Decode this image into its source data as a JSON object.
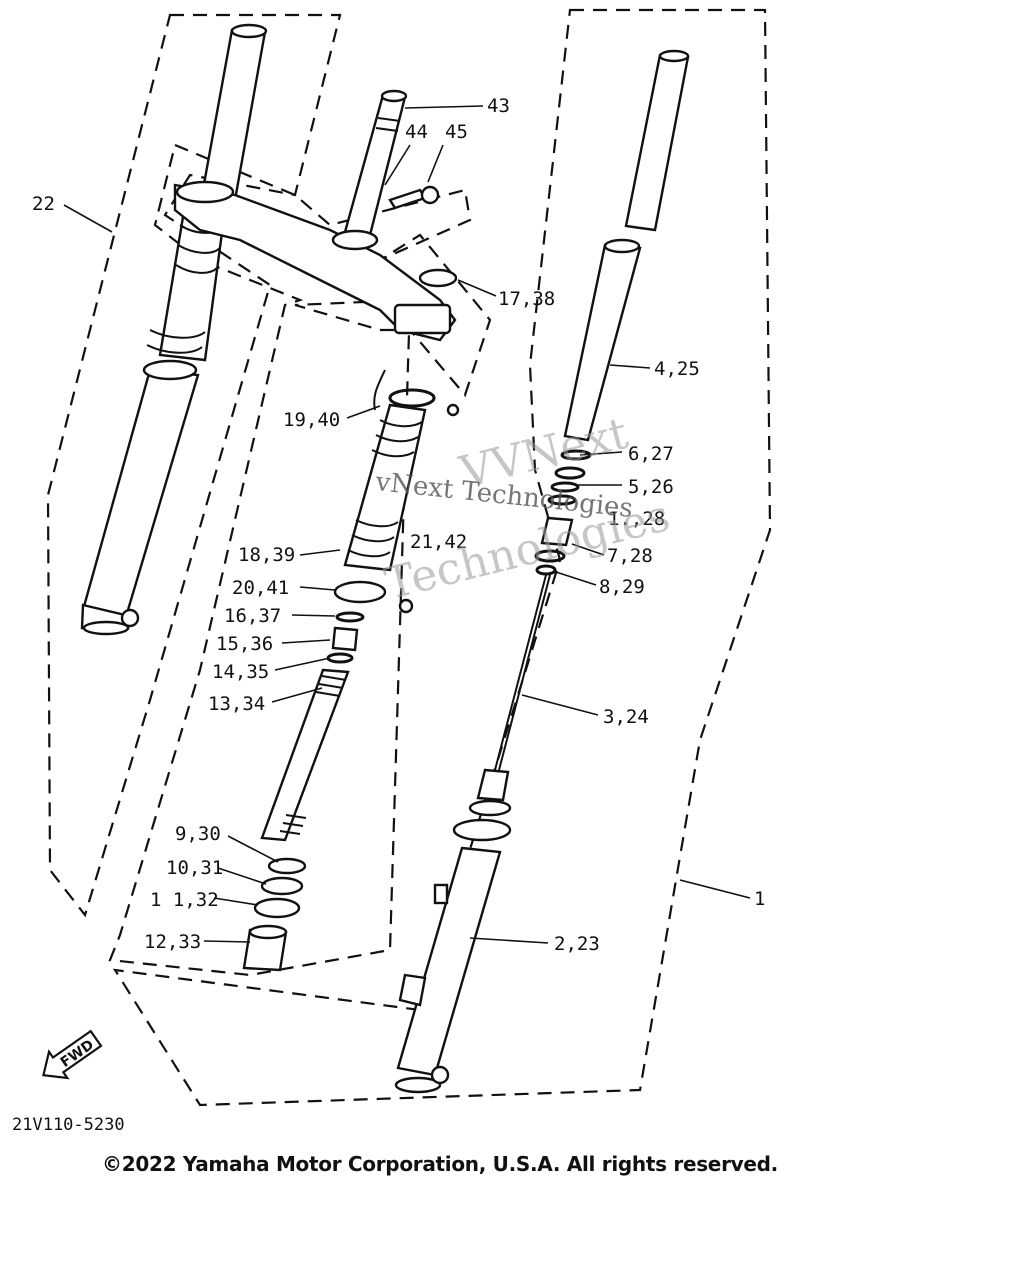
{
  "callouts": {
    "c1": "1",
    "c2_23": "2,23",
    "c3_24": "3,24",
    "c4_25": "4,25",
    "c5_26": "5,26",
    "c6_27": "6,27",
    "c7_28": "7,28",
    "c8_29": "8,29",
    "c9_30": "9,30",
    "c10_31": "10,31",
    "c11_32": "1 1,32",
    "c12_33": "12,33",
    "c13_34": "13,34",
    "c14_35": "14,35",
    "c15_36": "15,36",
    "c16_37": "16,37",
    "c17_38": "17,38",
    "c18_39": "18,39",
    "c19_40": "19,40",
    "c20_41": "20,41",
    "c21_42": "21,42",
    "c22": "22",
    "c43": "43",
    "c44": "44",
    "c45": "45",
    "c_partial": "1.,28"
  },
  "fwd_arrow": "FWD",
  "diagram_code": "21V110-5230",
  "watermark": {
    "line1": "VVNext",
    "line2": "Technologies",
    "line3": "vNext Technologies"
  },
  "copyright": "©2022 Yamaha Motor Corporation, U.S.A. All rights reserved."
}
